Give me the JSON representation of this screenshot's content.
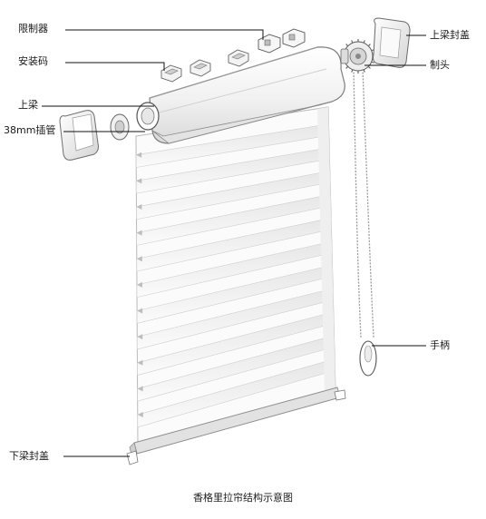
{
  "labels": {
    "limiter": "限制器",
    "mount_clip": "安装码",
    "top_beam": "上梁",
    "tube_38mm": "38mm插管",
    "bottom_end_cap": "下梁封盖",
    "top_end_cap": "上梁封盖",
    "control_head": "制头",
    "handle": "手柄"
  },
  "caption": "香格里拉帘结构示意图",
  "colors": {
    "line": "#7a7a7a",
    "leader": "#111111",
    "fabric_dark": "#d8d8d8",
    "fabric_light": "#f4f4f4"
  }
}
